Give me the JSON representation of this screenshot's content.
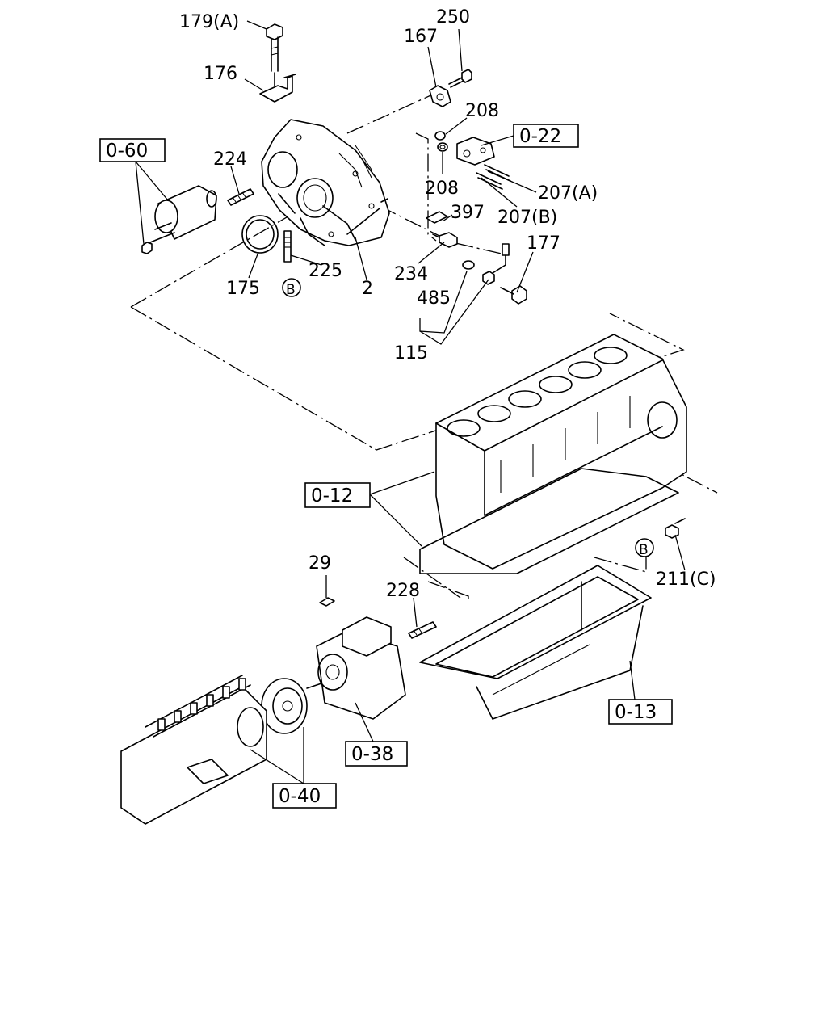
{
  "part_labels": {
    "p179a": "179(A)",
    "p250": "250",
    "p167": "167",
    "p176": "176",
    "p208a": "208",
    "p208b": "208",
    "p224": "224",
    "p207a": "207(A)",
    "p207b": "207(B)",
    "p397": "397",
    "p177": "177",
    "p234": "234",
    "p225": "225",
    "p175": "175",
    "p2": "2",
    "p485": "485",
    "p115": "115",
    "p29": "29",
    "p228": "228",
    "p211c": "211(C)",
    "circle_b_1": "B",
    "circle_b_2": "B"
  },
  "reference_boxes": {
    "r060": "0-60",
    "r022": "0-22",
    "r012": "0-12",
    "r013": "0-13",
    "r038": "0-38",
    "r040": "0-40"
  }
}
